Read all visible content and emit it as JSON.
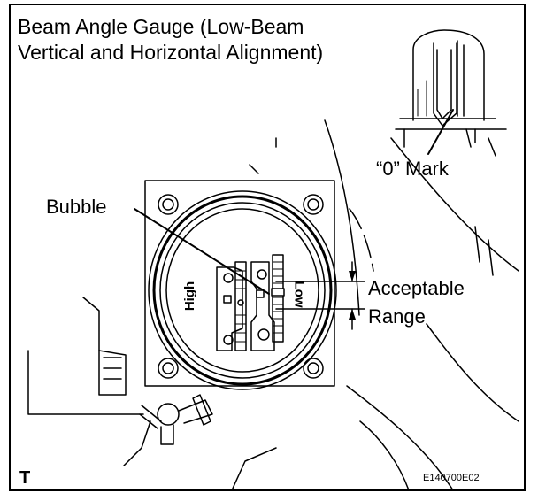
{
  "title": "Beam Angle Gauge (Low-Beam\nVertical and Horizontal Alignment)",
  "labels": {
    "zero_mark": "“0” Mark",
    "bubble": "Bubble",
    "acceptable_range": "Acceptable\nRange",
    "high": "High",
    "low": "Low",
    "corner_mark": "T",
    "figure_code": "E140700E02"
  },
  "colors": {
    "line": "#000000",
    "background": "#ffffff"
  }
}
